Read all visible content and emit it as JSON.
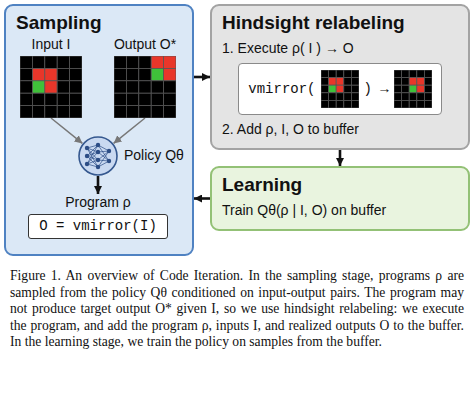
{
  "diagram": {
    "caption": "Figure 1. An overview of Code Iteration. In the sampling stage, programs ρ are sampled from the policy Qθ conditioned on input-output pairs. The program may not produce target output O* given I, so we use hindsight relabeling: we execute the program, and add the program ρ, inputs I, and realized outputs O to the buffer. In the learning stage, we train the policy on samples from the buffer.",
    "nodes": [
      {
        "text": [
          "Sampling"
        ]
      },
      {
        "text": [
          "Input I"
        ],
        "in": 0
      },
      {
        "text": [
          "Output O*"
        ],
        "in": 0
      },
      {
        "text": [
          "Policy Qθ"
        ],
        "in": 0
      },
      {
        "text": [
          "Program ρ",
          "O = vmirror(I)"
        ],
        "in": 0
      },
      {
        "text": [
          "Hindsight relabeling",
          "1. Execute ρ( I ) → O",
          "2. Add ρ, I, O to buffer"
        ]
      },
      {
        "text": [
          "vmirror(",
          ") →"
        ],
        "in": 5
      },
      {
        "text": [
          "Learning",
          "Train Qθ(ρ | I, O) on buffer"
        ]
      }
    ],
    "edges": [
      {
        "from": 1,
        "to": 3,
        "arrow": "to"
      },
      {
        "from": 2,
        "to": 3,
        "arrow": "to"
      },
      {
        "from": 3,
        "to": 4,
        "arrow": "to"
      },
      {
        "from": 0,
        "to": 5,
        "arrow": "to"
      },
      {
        "from": 5,
        "to": 7,
        "arrow": "to"
      },
      {
        "from": 7,
        "to": 0,
        "arrow": "to"
      }
    ]
  }
}
